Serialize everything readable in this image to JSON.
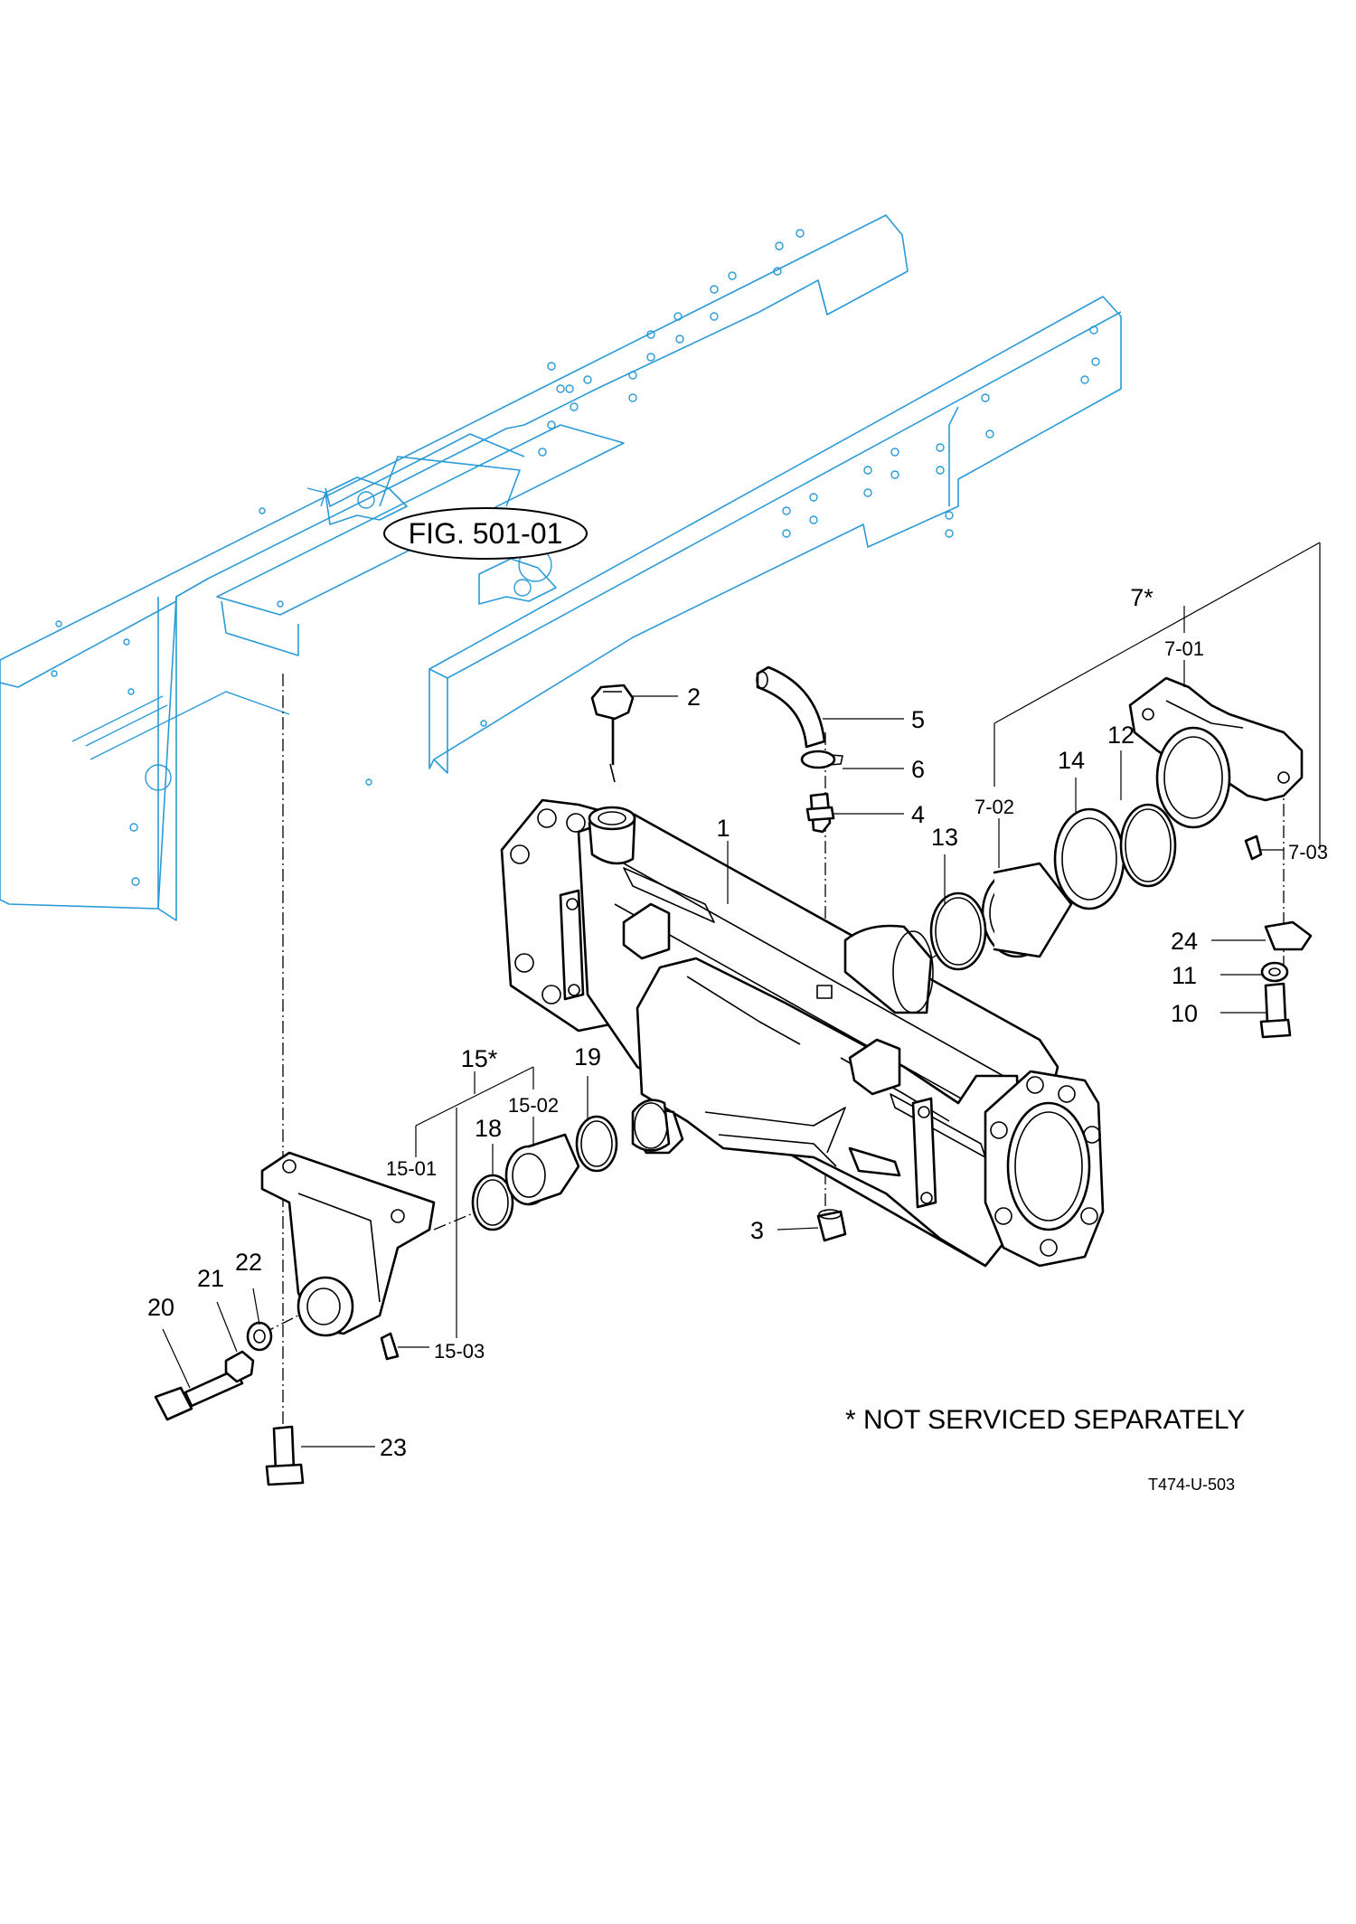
{
  "diagram": {
    "figure_reference": "FIG. 501-01",
    "note": "* NOT SERVICED SEPARATELY",
    "drawing_code": "T474-U-503",
    "callouts": {
      "c1": "1",
      "c2": "2",
      "c3": "3",
      "c4": "4",
      "c5": "5",
      "c6": "6",
      "c7": "7*",
      "c7_01": "7-01",
      "c7_02": "7-02",
      "c7_03": "7-03",
      "c10": "10",
      "c11": "11",
      "c12": "12",
      "c13": "13",
      "c14": "14",
      "c15": "15*",
      "c15_01": "15-01",
      "c15_02": "15-02",
      "c15_03": "15-03",
      "c18": "18",
      "c19": "19",
      "c20": "20",
      "c21": "21",
      "c22": "22",
      "c23": "23",
      "c24": "24"
    }
  },
  "colors": {
    "frame": "#2a9ad8",
    "parts": "#000000",
    "background": "#ffffff"
  }
}
